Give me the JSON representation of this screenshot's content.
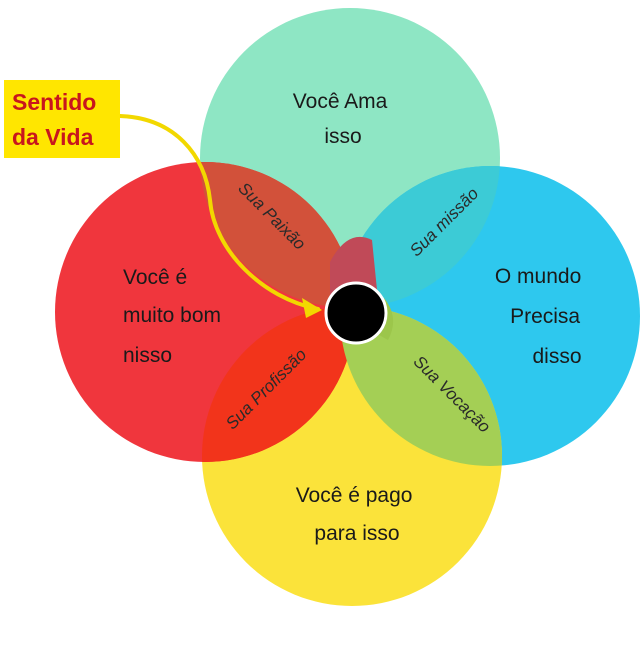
{
  "callout": {
    "line1": "Sentido",
    "line2": "da Vida",
    "box_color": "#ffe600",
    "text_color": "#c8161d",
    "arrow_color": "#f2d800"
  },
  "circles": {
    "top": {
      "line1": "Você Ama",
      "line2": "isso",
      "color": "#8ee6c4"
    },
    "left": {
      "line1": "Você é",
      "line2": "muito bom",
      "line3": "nisso",
      "color": "#f0363d"
    },
    "right": {
      "line1": "O mundo",
      "line2": "Precisa",
      "line3": "disso",
      "color": "#2ec8ee"
    },
    "bottom": {
      "line1": "Você é pago",
      "line2": "para isso",
      "color": "#fbe33a"
    }
  },
  "overlaps": {
    "top_left": "Sua Paixão",
    "top_right": "Sua missão",
    "bottom_right": "Sua Vocação",
    "bottom_left": "Sua Profissão"
  },
  "center": {
    "color": "#000000"
  }
}
